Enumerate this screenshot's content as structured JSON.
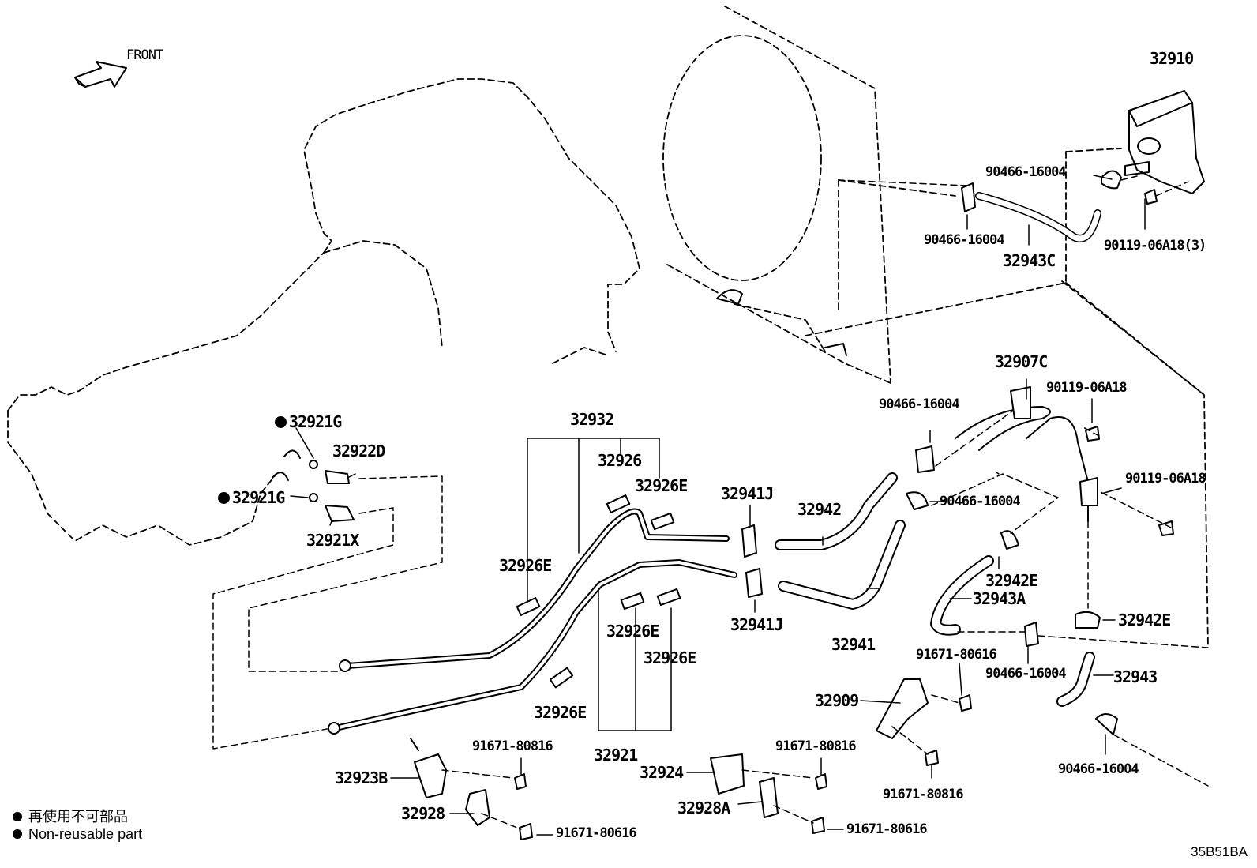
{
  "direction_label": "FRONT",
  "labels": {
    "p32910": "32910",
    "p90466_a": "90466-16004",
    "p90466_b": "90466-16004",
    "p90119_a": "90119-06A18(3)",
    "p32943C": "32943C",
    "p32907C": "32907C",
    "p90119_b": "90119-06A18",
    "p90466_c": "90466-16004",
    "p90466_d": "90466-16004",
    "p90119_c": "90119-06A18",
    "p32921G_a": "32921G",
    "p32922D": "32922D",
    "p32921G_b": "32921G",
    "p32921X": "32921X",
    "p32932": "32932",
    "p32926": "32926",
    "p32926E_a": "32926E",
    "p32941J_a": "32941J",
    "p32942": "32942",
    "p32926E_b": "32926E",
    "p32942E_a": "32942E",
    "p32943A": "32943A",
    "p32941J_b": "32941J",
    "p32926E_c": "32926E",
    "p32941": "32941",
    "p32942E_b": "32942E",
    "p32926E_d": "32926E",
    "p91671_a": "91671-80616",
    "p90466_e": "90466-16004",
    "p32943": "32943",
    "p32909": "32909",
    "p32926E_e": "32926E",
    "p91671_b": "91671-80816",
    "p32921": "32921",
    "p91671_c": "91671-80816",
    "p32923B": "32923B",
    "p32924": "32924",
    "p91671_d": "91671-80816",
    "p90466_f": "90466-16004",
    "p32928": "32928",
    "p32928A": "32928A",
    "p91671_e": "91671-80616",
    "p91671_f": "91671-80616"
  },
  "legend": {
    "line1": "再使用不可部品",
    "line2": "Non-reusable part"
  },
  "diagram_code": "35B51BA"
}
